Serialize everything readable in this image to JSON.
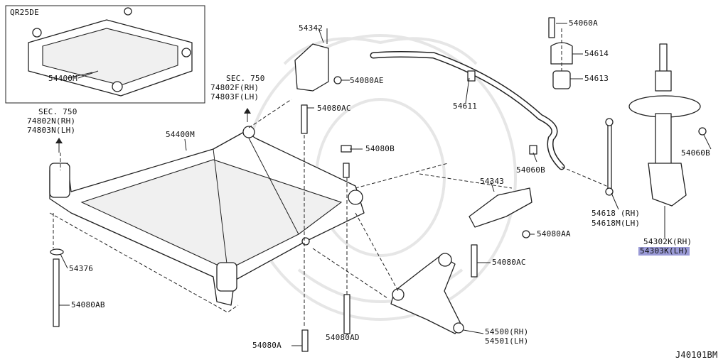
{
  "inset": {
    "engine_code": "QR25DE",
    "part_label": "54400M"
  },
  "labels": {
    "sec750_left_title": "SEC. 750",
    "sec750_left_rh": "74802N(RH)",
    "sec750_left_lh": "74803N(LH)",
    "sec750_mid_title": "SEC. 750",
    "sec750_mid_rh": "74802F(RH)",
    "sec750_mid_lh": "74803F(LH)",
    "p54400M": "54400M",
    "p54342": "54342",
    "p54080AE": "54080AE",
    "p54080AC_top": "54080AC",
    "p54080B_mid": "54080B",
    "p54611": "54611",
    "p54060A": "54060A",
    "p54614": "54614",
    "p54613": "54613",
    "p54060B_mid": "54060B",
    "p54060B_right": "54060B",
    "p54343": "54343",
    "p54080AA": "54080AA",
    "p54080AC_bottom": "54080AC",
    "p54618": "54618 (RH)",
    "p54618M": "54618M(LH)",
    "p54302K": "54302K(RH)",
    "p54303K": "54303K(LH)",
    "p54376": "54376",
    "p54080AB": "54080AB",
    "p54080A": "54080A",
    "p54080AD": "54080AD",
    "p54500": "54500(RH)",
    "p54501": "54501(LH)",
    "diagram_code": "J40101BM"
  },
  "colors": {
    "highlight": "#9a9ad6",
    "line": "#222222"
  }
}
